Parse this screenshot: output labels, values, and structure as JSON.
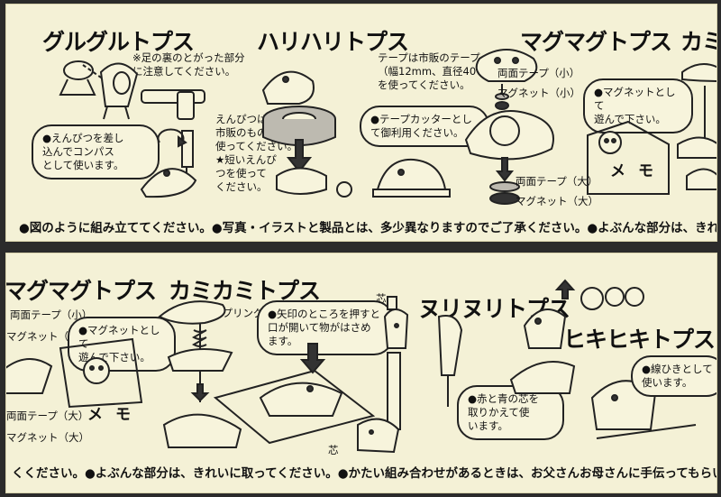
{
  "top": {
    "guruguru": {
      "title": "グルグルトプス",
      "note": "※足の裏のとがった部分\nに注意してください。",
      "bubble": "●えんぴつを差し\n込んでコンパス\nとして使います。",
      "pencil_note": "えんぴつは\n市販のものを\n使ってください。\n★短いえんぴ\nつを使って\nください。"
    },
    "harihari": {
      "title": "ハリハリトプス",
      "tape_note": "テープは市販のテープ\n（幅12mm、直径40%以下）\nを使ってください。",
      "bubble": "●テープカッターとし\nて御利用ください。"
    },
    "magumagu": {
      "title": "マグマグトプス",
      "tape_small": "両面テープ（小）",
      "magnet_small": "マグネット（小）",
      "bubble": "●マグネットとして\n遊んで下さい。",
      "tape_large": "両面テープ（大）",
      "magnet_large": "マグネット（大）",
      "memo": "メモ"
    },
    "kami_partial": "カミカ",
    "footer": "●図のように組み立ててください。●写真・イラストと製品とは、多少異なりますのでご了承ください。●よぶんな部分は、きれいに取"
  },
  "bottom": {
    "magumagu": {
      "title": "マグマグトプス",
      "tape_small": "両面テープ（小）",
      "magnet_small": "マグネット（小）",
      "bubble": "●マグネットとして\n遊んで下さい。",
      "tape_large": "両面テープ（大）",
      "magnet_large": "マグネット（大）",
      "memo": "メモ"
    },
    "kamikami": {
      "title": "カミカミトプス",
      "spring": "スプリング",
      "bubble": "●矢印のところを押すと\n口が開いて物がはさめ\nます。"
    },
    "nurinuri": {
      "title": "ヌリヌリトプス",
      "core_top": "芯",
      "core_bottom": "芯",
      "bubble": "●赤と青の芯を\n取りかえて使\nいます。"
    },
    "hikihiki": {
      "title": "ヒキヒキトプス",
      "bubble": "●線ひきとして\n使います。"
    },
    "footer": "くください。●よぶんな部分は、きれいに取ってください。●かたい組み合わせがあるときは、お父さんお母さんに手伝ってもらいましょう。"
  }
}
